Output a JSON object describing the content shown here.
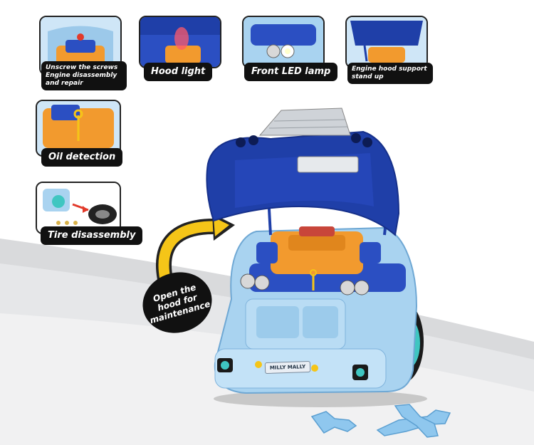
{
  "features": [
    {
      "id": "screws",
      "caption": "Unscrew the screws Engine disassembly and repair"
    },
    {
      "id": "hood-light",
      "caption": "Hood light"
    },
    {
      "id": "front-led",
      "caption": "Front LED lamp"
    },
    {
      "id": "hood-support",
      "caption": "Engine hood support stand up"
    },
    {
      "id": "oil",
      "caption": "Oil detection"
    },
    {
      "id": "tire",
      "caption": "Tire disassembly"
    }
  ],
  "callout": {
    "text": "Open the hood for maintenance"
  },
  "product": {
    "brand": "MILLY MALLY"
  },
  "colors": {
    "hood": "#1f3fa8",
    "body": "#a9d3f0",
    "engine": "#f29a2e",
    "arrow": "#f5c518",
    "wheel": "#3fc6c1",
    "label_bg": "#111111"
  }
}
